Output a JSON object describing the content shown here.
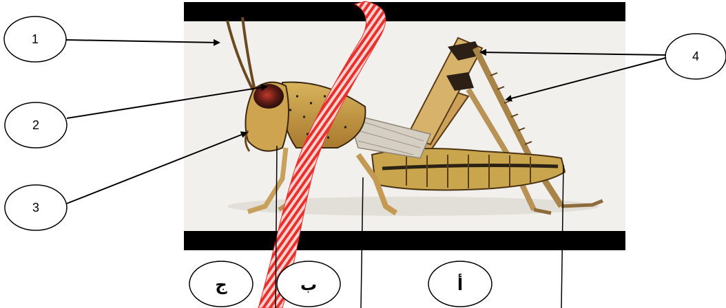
{
  "numbered_labels": [
    "1",
    "2",
    "3",
    "4"
  ],
  "part_labels": [
    "ج",
    "ب",
    "أ"
  ],
  "colors": {
    "frame_bar": "#000000",
    "photo_background": "#f2f0ed",
    "watermark_stroke": "#e8302d",
    "watermark_fill": "#ffd2cf"
  }
}
